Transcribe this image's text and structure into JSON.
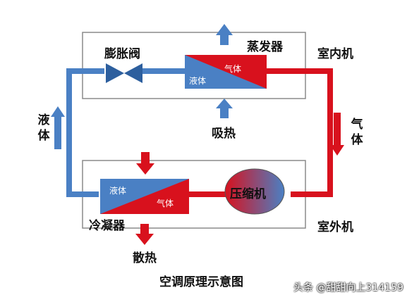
{
  "labels": {
    "evaporator": "蒸发器",
    "indoor_unit": "室内机",
    "expansion_valve": "膨胀阀",
    "absorb_heat": "吸热",
    "liquid_side": "液体",
    "gas_side": "气体",
    "condenser": "冷凝器",
    "outdoor_unit": "室外机",
    "release_heat": "散热",
    "compressor": "压缩机",
    "caption": "空调原理示意图"
  },
  "evaporator_box": {
    "gas": "气体",
    "liquid": "液体"
  },
  "condenser_box": {
    "liquid": "液体",
    "gas": "气体"
  },
  "watermark": "头条 @甜甜向上314159",
  "colors": {
    "hot": "#d8111d",
    "cold": "#4a80c4",
    "frame": "#8a8a8a"
  }
}
